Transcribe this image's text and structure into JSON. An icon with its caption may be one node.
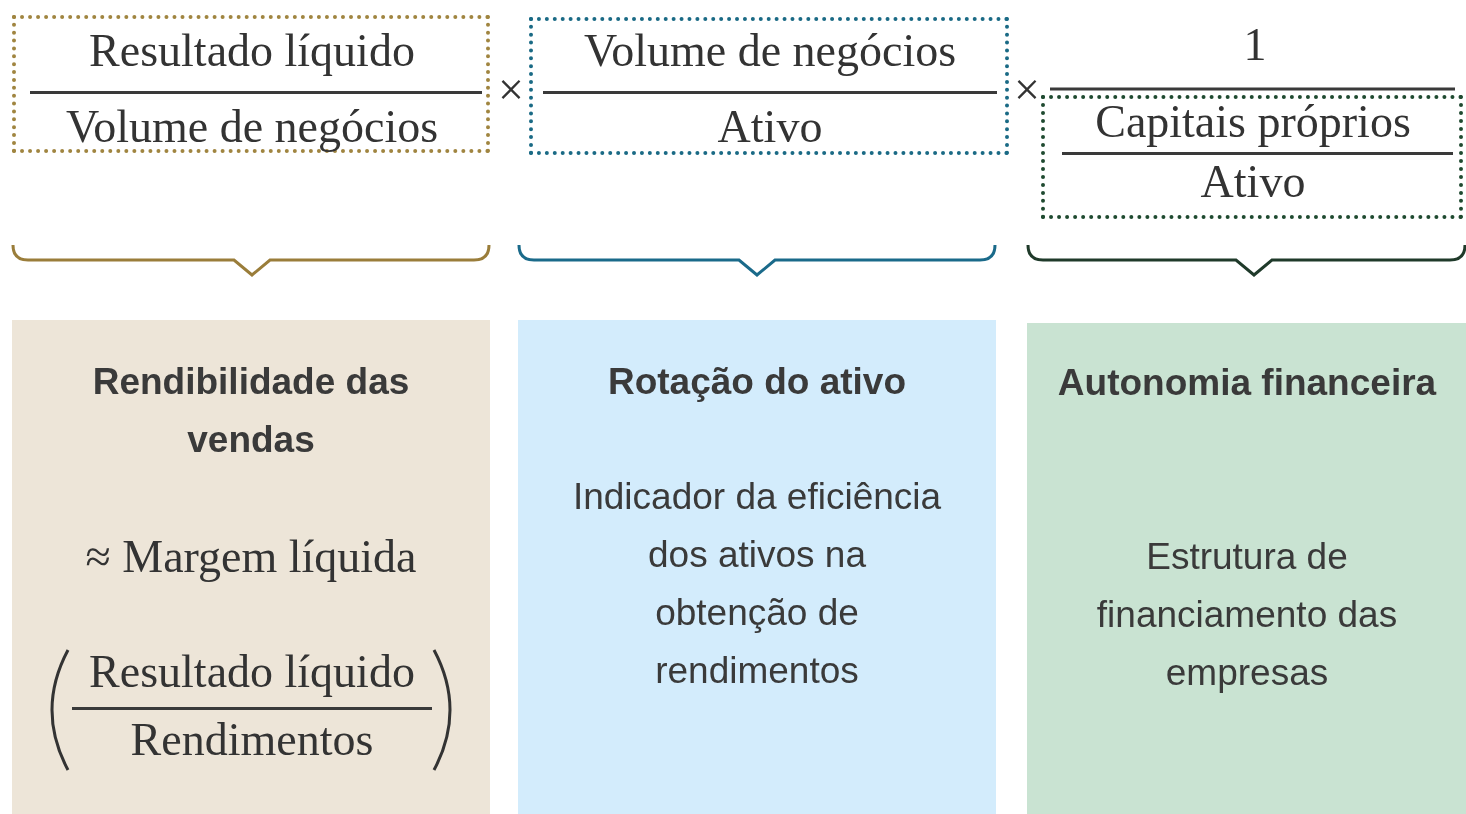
{
  "diagram": {
    "nodes": [
      {
        "text": [
          "Resultado líquido",
          "Volume de negócios"
        ]
      },
      {
        "text": [
          "Volume de negócios",
          "Ativo"
        ]
      },
      {
        "text": [
          "Capitais próprios",
          "Ativo"
        ]
      },
      {
        "text": [
          "Rendibilidade das vendas",
          "≈ Margem líquida",
          "Resultado líquido",
          "Rendimentos"
        ]
      },
      {
        "text": [
          "Rotação do ativo",
          "Indicador da eficiência dos ativos na obtenção de rendimentos"
        ]
      },
      {
        "text": [
          "Autonomia financeira",
          "Estrutura de financiamento das empresas"
        ]
      }
    ],
    "labels": [
      "×",
      "×",
      "1"
    ]
  }
}
